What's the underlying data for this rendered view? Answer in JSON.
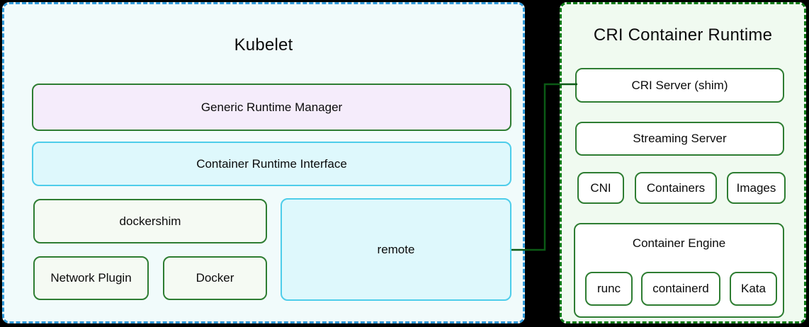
{
  "diagram": {
    "kubelet": {
      "title": "Kubelet",
      "generic_runtime_manager": "Generic Runtime Manager",
      "container_runtime_interface": "Container Runtime Interface",
      "dockershim": "dockershim",
      "remote": "remote",
      "network_plugin": "Network Plugin",
      "docker": "Docker"
    },
    "cri": {
      "title": "CRI Container Runtime",
      "cri_server": "CRI Server (shim)",
      "streaming_server": "Streaming Server",
      "cni": "CNI",
      "containers": "Containers",
      "images": "Images",
      "container_engine": "Container Engine",
      "runc": "runc",
      "containerd": "containerd",
      "kata": "Kata"
    },
    "connector": {
      "from": "remote",
      "to": "CRI Server (shim)"
    },
    "colors": {
      "page_background": "#000000",
      "kubelet_panel_background": "#f1fbfb",
      "kubelet_panel_border": "#2f99d9",
      "cri_panel_background": "#f0faf0",
      "cri_panel_border": "#0e7a17",
      "green_box_border": "#2e7d32",
      "cyan_box_border": "#4ecdea",
      "purple_box_fill": "#f5ecfb",
      "cyan_box_fill": "#def8fc",
      "pale_green_box_fill": "#f5faf3",
      "white_box_fill": "#ffffff",
      "connector_line": "#0b5a15",
      "text": "#0b0b0b"
    }
  }
}
